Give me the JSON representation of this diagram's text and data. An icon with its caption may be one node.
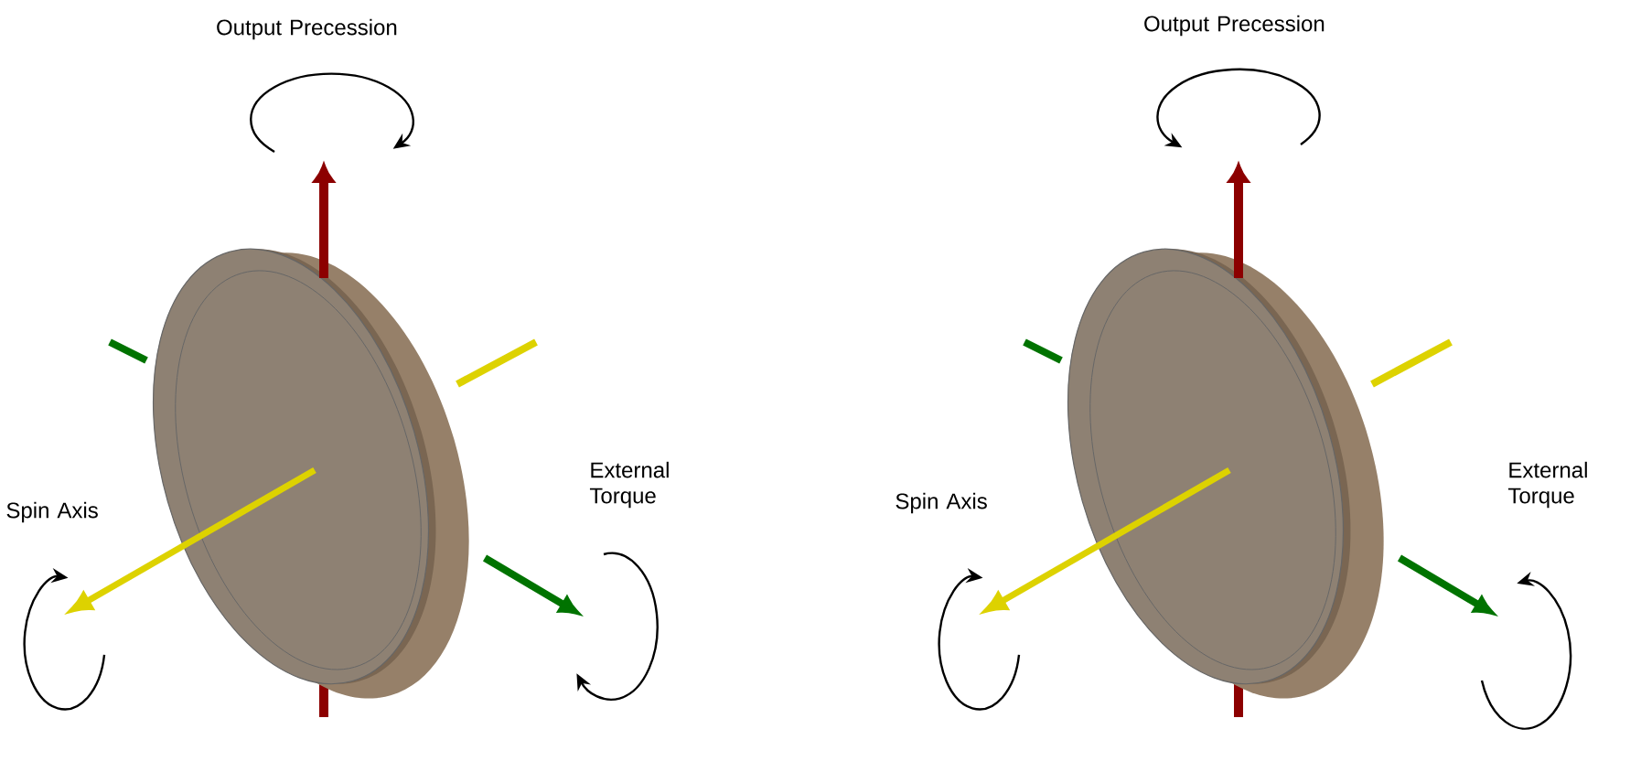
{
  "diagram": {
    "labels": [
      "Output Precession",
      "Spin Axis",
      "External Torque",
      "Output Precession",
      "Spin Axis",
      "External Torque"
    ]
  }
}
